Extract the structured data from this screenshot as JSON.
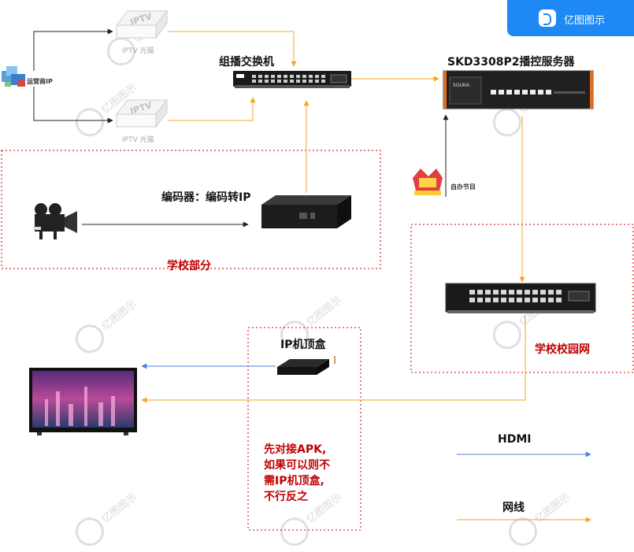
{
  "brand": {
    "name": "亿图图示",
    "watermark": "亿图图示"
  },
  "nodes": {
    "iptv_modem_1": {
      "box_text": "IPTV",
      "caption": "IPTV 光猫"
    },
    "iptv_modem_2": {
      "box_text": "IPTV",
      "caption": "IPTV 光猫"
    },
    "operator": {
      "label": "运营商IP"
    },
    "multicast_switch": {
      "label": "组播交换机"
    },
    "server": {
      "label": "SKD3308P2播控服务器",
      "brand": "SOUKA"
    },
    "self_program": {
      "label": "自办节目"
    },
    "encoder": {
      "label": "编码器：编码转IP"
    },
    "camera": {
      "label": ""
    },
    "campus_switch": {
      "label": ""
    },
    "ip_stb": {
      "label": "IP机顶盒"
    },
    "tv": {
      "label": ""
    }
  },
  "regions": {
    "school": {
      "label": "学校部分"
    },
    "campus_net": {
      "label": "学校校园网"
    },
    "stb_note": {
      "label": "先对接APK,\n如果可以则不\n需IP机顶盒,\n不行反之"
    }
  },
  "legend": {
    "hdmi": {
      "label": "HDMI",
      "color": "#4a86d8"
    },
    "network": {
      "label": "网线",
      "color": "#f5a623"
    }
  },
  "colors": {
    "black_line": "#222222",
    "orange_line": "#f5a623",
    "blue_line": "#4a86d8",
    "dotted_border": "#c00000"
  }
}
